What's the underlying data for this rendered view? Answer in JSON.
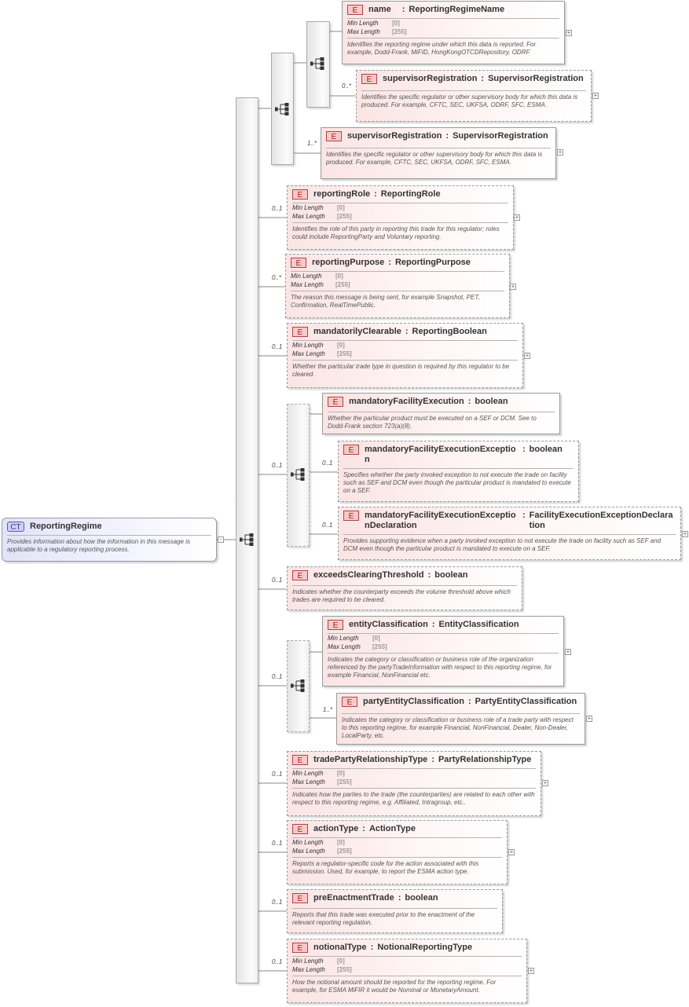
{
  "complex_type": {
    "badge": "CT",
    "name": "ReportingRegime",
    "doc": "Provides information about how the information in this message is applicable to a regulatory reporting process."
  },
  "facet_labels": {
    "min": "Min Length",
    "max": "Max Length"
  },
  "elements": [
    {
      "badge": "E",
      "name": "name",
      "type": "ReportingRegimeName",
      "card": "",
      "min": "[0]",
      "max": "[255]",
      "doc": "Identifies the reporting regime under which this data is reported. For example, Dodd-Frank, MiFID, HongKongOTCDRepository, ODRF"
    },
    {
      "badge": "E",
      "name": "supervisorRegistration",
      "type": "SupervisorRegistration",
      "card": "0..*",
      "doc": "Identifies the specific regulator or other supervisory body for which this data is produced. For example, CFTC, SEC, UKFSA, ODRF, SFC, ESMA."
    },
    {
      "badge": "E",
      "name": "supervisorRegistration",
      "type": "SupervisorRegistration",
      "card": "1..*",
      "doc": "Identifies the specific regulator or other supervisory body for which this data is produced. For example, CFTC, SEC, UKFSA, ODRF, SFC, ESMA."
    },
    {
      "badge": "E",
      "name": "reportingRole",
      "type": "ReportingRole",
      "card": "0..1",
      "min": "[0]",
      "max": "[255]",
      "doc": "Identifies the role of this party in reporting this trade for this regulator; roles could include ReportingParty and Voluntary reporting."
    },
    {
      "badge": "E",
      "name": "reportingPurpose",
      "type": "ReportingPurpose",
      "card": "0..*",
      "min": "[0]",
      "max": "[255]",
      "doc": "The reason this message is being sent, for example Snapshot, PET, Confirmation, RealTimePublic."
    },
    {
      "badge": "E",
      "name": "mandatorilyClearable",
      "type": "ReportingBoolean",
      "card": "0..1",
      "min": "[0]",
      "max": "[255]",
      "doc": "Whether the particular trade type in question is required by this regulator to be cleared."
    },
    {
      "badge": "E",
      "name": "mandatoryFacilityExecution",
      "type": "boolean",
      "card": "",
      "doc": "Whether the particular product must be executed on a SEF or DCM. See to Dodd-Frank section 723(a)(8)."
    },
    {
      "badge": "E",
      "name": "mandatoryFacilityExecutionException",
      "type": "boolean",
      "card": "0..1",
      "doc": "Specifies whether the party invoked exception to not execute the trade on facility such as SEF and DCM even though the particular product is mandated to execute on a SEF."
    },
    {
      "badge": "E",
      "name": "mandatoryFacilityExecutionExceptionDeclaration",
      "type": "FacilityExecutionExceptionDeclaration",
      "card": "0..1",
      "doc": "Provides supporting evidence when a party invoked exception to not execute the trade on facility such as SEF and DCM even though the particular product is mandated to execute on a SEF."
    },
    {
      "badge": "E",
      "name": "exceedsClearingThreshold",
      "type": "boolean",
      "card": "0..1",
      "doc": "Indicates whether the counterparty exceeds the volume threshold above which trades are required to be cleared."
    },
    {
      "badge": "E",
      "name": "entityClassification",
      "type": "EntityClassification",
      "card": "",
      "min": "[0]",
      "max": "[255]",
      "doc": "Indicates the category or classification or business role of the organization referenced by the partyTradeInformation with respect to this reporting regime, for example Financial, NonFinancial etc."
    },
    {
      "badge": "E",
      "name": "partyEntityClassification",
      "type": "PartyEntityClassification",
      "card": "1..*",
      "doc": "Indicates the category or classification or business role of a trade party with respect to this reporting regime, for example Financial, NonFinancial, Dealer, Non-Dealer, LocalParty, etc."
    },
    {
      "badge": "E",
      "name": "tradePartyRelationshipType",
      "type": "PartyRelationshipType",
      "card": "0..1",
      "min": "[0]",
      "max": "[255]",
      "doc": "Indicates how the parties to the trade (the counterparties) are related to each other with respect to this reporting regime, e.g. Affiliated, Intragroup, etc.."
    },
    {
      "badge": "E",
      "name": "actionType",
      "type": "ActionType",
      "card": "0..1",
      "min": "[0]",
      "max": "[255]",
      "doc": "Reports a regulator-specific code for the action associated with this submission. Used, for example, to report the ESMA action type."
    },
    {
      "badge": "E",
      "name": "preEnactmentTrade",
      "type": "boolean",
      "card": "0..1",
      "doc": "Reports that this trade was executed prior to the enactment of the relevant reporting regulation."
    },
    {
      "badge": "E",
      "name": "notionalType",
      "type": "NotionalReportingType",
      "card": "0..1",
      "min": "[0]",
      "max": "[255]",
      "doc": "How the notional amount should be reported for the reporting regime. For example, for ESMA MiFIR it would be Nominal or MonetaryAmount."
    }
  ],
  "group_cards": {
    "choice_group": "0..1",
    "entity_group": "0..1"
  },
  "icons": {
    "compositor": "sequence-compositor-icon",
    "expand": "plus-icon"
  },
  "colors": {
    "element_fill": "#fbe4e4",
    "ct_fill": "#e3e3f8",
    "badge_border": "#b04444"
  }
}
